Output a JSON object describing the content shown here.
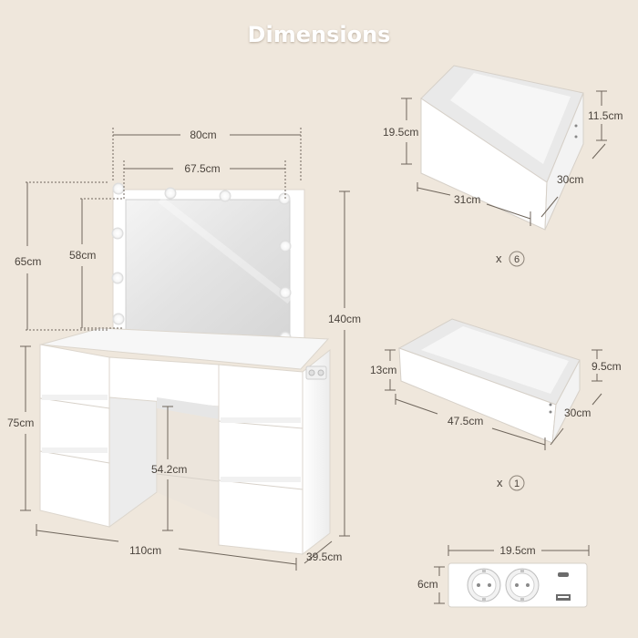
{
  "title": "Dimensions",
  "colors": {
    "background": "#efe7dc",
    "furniture": "#ffffff",
    "lines": "#6f665c",
    "text": "#4b443d"
  },
  "dressing_table": {
    "overall_width": "80cm",
    "mirror_width": "67.5cm",
    "mirror_frame_height": "65cm",
    "mirror_height": "58cm",
    "total_height": "140cm",
    "table_height": "75cm",
    "legroom_height": "54.2cm",
    "table_width": "110cm",
    "table_depth": "39.5cm"
  },
  "large_drawer": {
    "height_outer": "19.5cm",
    "height_inner": "11.5cm",
    "width": "31cm",
    "depth": "30cm",
    "quantity_prefix": "x",
    "quantity": "6"
  },
  "wide_drawer": {
    "height": "13cm",
    "height_inner": "9.5cm",
    "width": "47.5cm",
    "depth": "30cm",
    "quantity_prefix": "x",
    "quantity": "1"
  },
  "power_strip": {
    "width": "19.5cm",
    "height": "6cm",
    "icons": [
      "schuko-socket-icon",
      "schuko-socket-icon",
      "usb-c-port-icon",
      "usb-a-port-icon"
    ]
  }
}
